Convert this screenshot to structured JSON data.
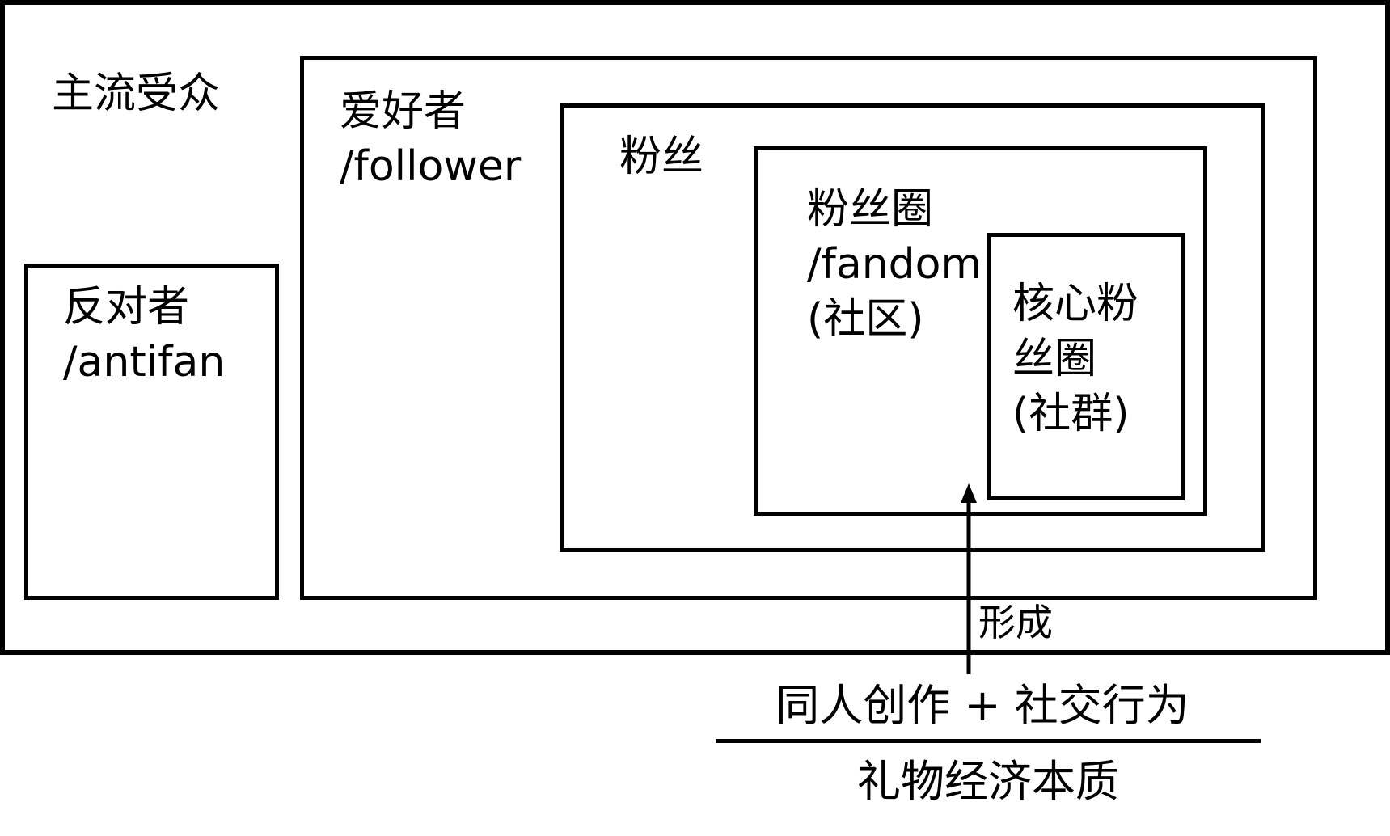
{
  "diagram": {
    "outer_box": {
      "label": "主流受众"
    },
    "antifan_box": {
      "label_line1": "反对者",
      "label_line2": "/antifan"
    },
    "follower_box": {
      "label_line1": "爱好者",
      "label_line2": "/follower"
    },
    "fan_box": {
      "label": "粉丝"
    },
    "fandom_box": {
      "label_line1": "粉丝圈",
      "label_line2": "/fandom",
      "label_line3": "(社区)"
    },
    "core_box": {
      "label_line1": "核心粉",
      "label_line2": "丝圈",
      "label_line3": "(社群)"
    },
    "arrow_label": "形成",
    "formula": {
      "numerator": "同人创作 + 社交行为",
      "denominator": "礼物经济本质"
    }
  },
  "colors": {
    "stroke": "#000000",
    "background": "#ffffff"
  }
}
